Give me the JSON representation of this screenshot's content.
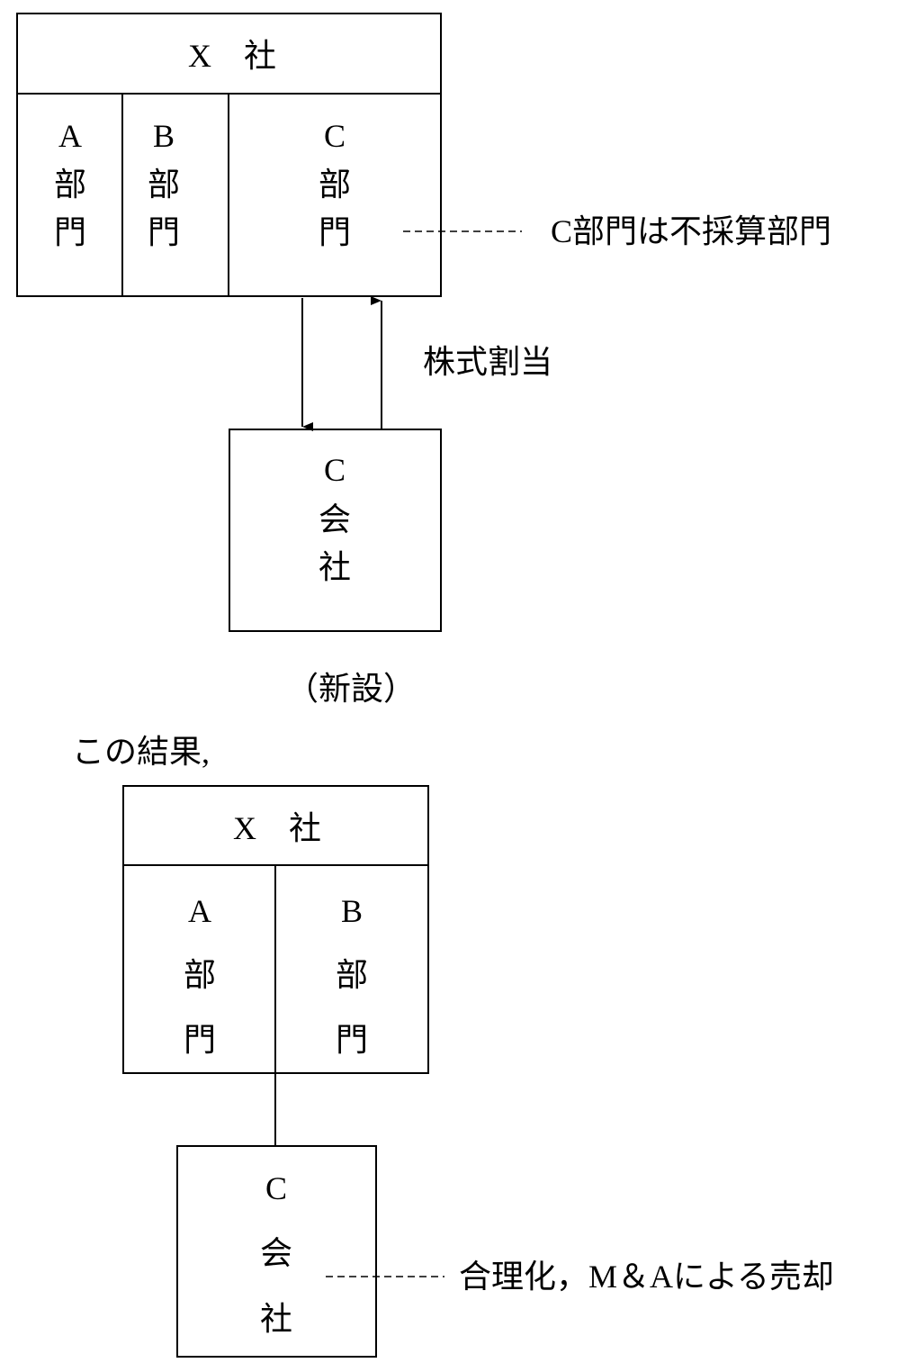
{
  "top": {
    "company": "X　社",
    "departments": [
      {
        "letter": "A",
        "chars": [
          "部",
          "門"
        ]
      },
      {
        "letter": "B",
        "chars": [
          "部",
          "門"
        ]
      },
      {
        "letter": "C",
        "chars": [
          "部",
          "門"
        ]
      }
    ],
    "note": "C部門は不採算部門",
    "arrow_label": "株式割当",
    "new_company": [
      "C",
      "会",
      "社"
    ],
    "new_label": "（新設）"
  },
  "result_label": "この結果,",
  "bottom": {
    "company": "X　社",
    "departments": [
      {
        "letter": "A",
        "chars": [
          "部",
          "門"
        ]
      },
      {
        "letter": "B",
        "chars": [
          "部",
          "門"
        ]
      }
    ],
    "sub_company": [
      "C",
      "会",
      "社"
    ],
    "note": "合理化，M＆Aによる売却"
  }
}
